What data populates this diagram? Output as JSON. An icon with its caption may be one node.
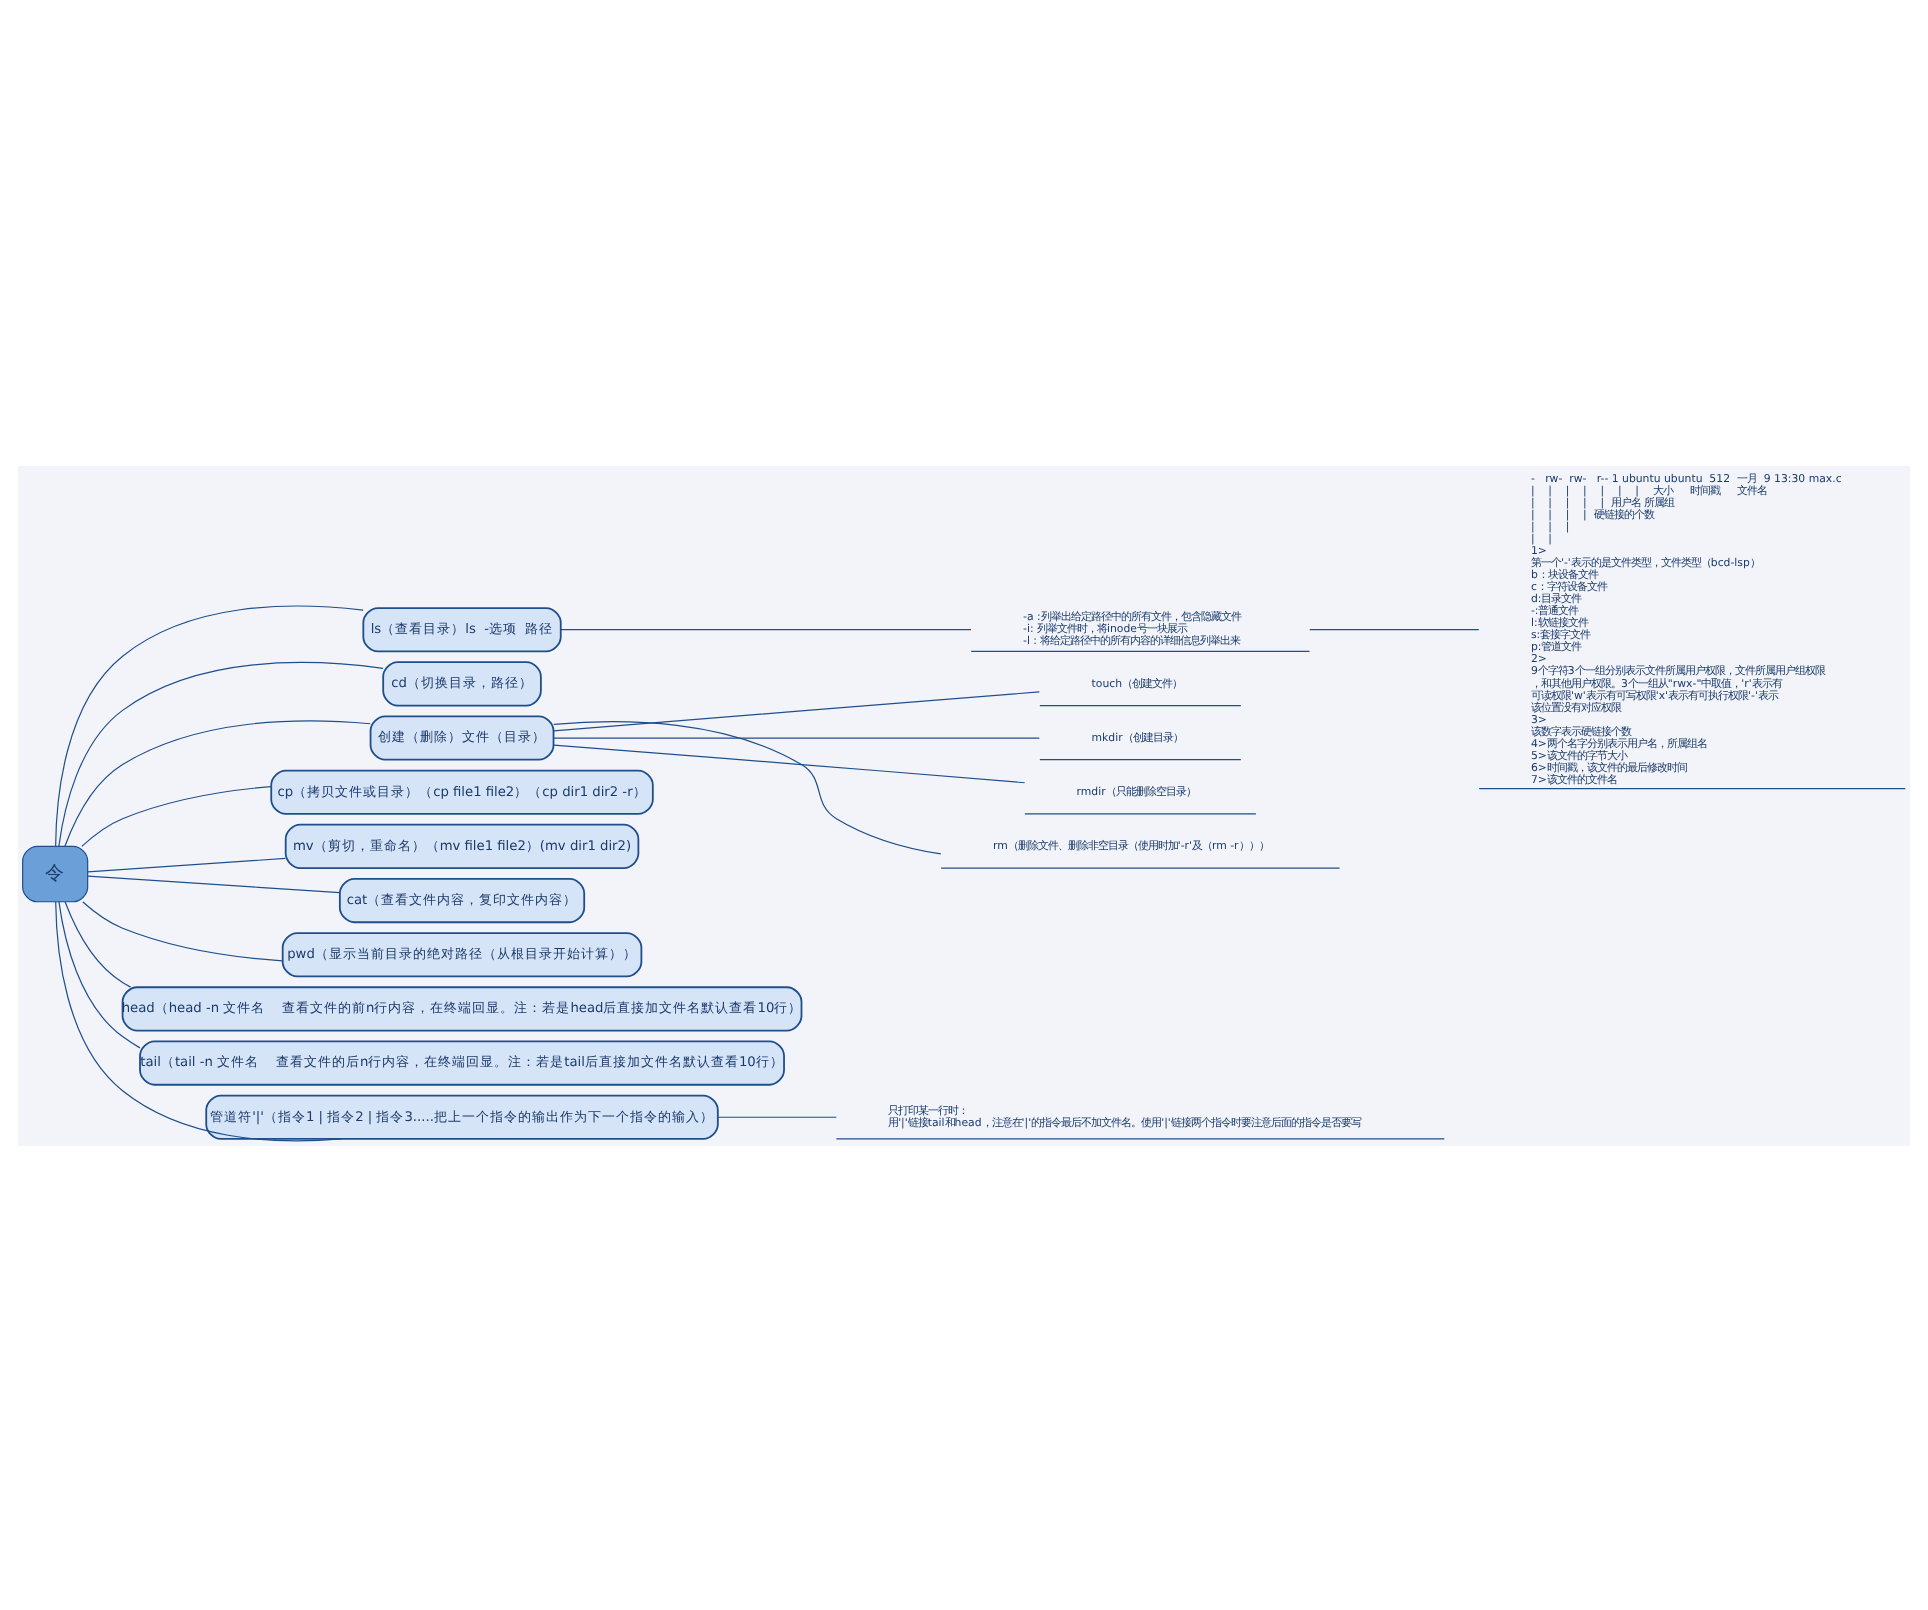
{
  "diagram": {
    "nodes": [
      {
        "text": [
          "令"
        ]
      },
      {
        "text": [
          "ls（查看目录）ls  -选项  路径"
        ]
      },
      {
        "text": [
          "-a :列举出给定路径中的所有文件，包含隐藏文件",
          "-i: 列举文件时，将inode号一块展示",
          "-l : 将给定路径中的所有内容的详细信息列举出来"
        ]
      },
      {
        "text": [
          "-   rw-  rw-   r-- 1 ubuntu ubuntu  512  一月  9 13:30 max.c",
          "|    |    |    |    |    |    |    大小     时间戳     文件名",
          "|    |    |    |    |  用户名 所属组",
          "|    |    |    |  硬链接的个数",
          "|    |    |",
          "|    |",
          "1>",
          "第一个'-'表示的是文件类型，文件类型（bcd-lsp）",
          "b：块设备文件",
          "c：字符设备文件",
          "d:目录文件",
          "-:普通文件",
          "l:软链接文件",
          "s:套接字文件",
          "p:管道文件",
          "2>",
          "9个字符3个一组分别表示文件所属用户权限，文件所属用户组权限，和其他用户权限。3个一组从\"rwx-\"中取值，'r'表示有可读权限'w'表示有可写权限'x'表示有可执行权限'-'表示该位置没有对应权限",
          "3>",
          "该数字表示硬链接个数",
          "4>两个名字分别表示用户名，所属组名",
          "5>该文件的字节大小",
          "6>时间戳，该文件的最后修改时间",
          "7>该文件的文件名"
        ]
      },
      {
        "text": [
          "cd（切换目录，路径）"
        ]
      },
      {
        "text": [
          "创建（删除）文件（目录）"
        ]
      },
      {
        "text": [
          "touch（创建文件）"
        ]
      },
      {
        "text": [
          "mkdir（创建目录）"
        ]
      },
      {
        "text": [
          "rmdir（只能删除空目录）"
        ]
      },
      {
        "text": [
          "rm（删除文件、删除非空目录（使用时加'-r'及（rm -r）））"
        ]
      },
      {
        "text": [
          "cp（拷贝文件或目录）（cp file1 file2）（cp dir1 dir2 -r）"
        ]
      },
      {
        "text": [
          "mv（剪切，重命名）（mv file1 file2）(mv dir1 dir2)"
        ]
      },
      {
        "text": [
          "cat（查看文件内容，复印文件内容）"
        ]
      },
      {
        "text": [
          "pwd（显示当前目录的绝对路径（从根目录开始计算））"
        ]
      },
      {
        "text": [
          "head（head -n 文件名    查看文件的前n行内容，在终端回显。注：若是head后直接加文件名默认查看10行）"
        ]
      },
      {
        "text": [
          "tail（tail -n 文件名    查看文件的后n行内容，在终端回显。注：若是tail后直接加文件名默认查看10行）"
        ]
      },
      {
        "text": [
          "管道符'|'（指令1 | 指令2 | 指令3.....把上一个指令的输出作为下一个指令的输入）"
        ]
      },
      {
        "text": [
          "只打印某一行时：",
          "用'|'链接tail和head，注意在'|'的指令最后不加文件名。使用'|'链接两个指令时要注意后面的指令是否要写"
        ]
      }
    ],
    "edges": [
      {
        "from": 0,
        "to": 1,
        "arrow": "none"
      },
      {
        "from": 1,
        "to": 2,
        "arrow": "none"
      },
      {
        "from": 2,
        "to": 3,
        "arrow": "none"
      },
      {
        "from": 0,
        "to": 4,
        "arrow": "none"
      },
      {
        "from": 0,
        "to": 5,
        "arrow": "none"
      },
      {
        "from": 5,
        "to": 6,
        "arrow": "none"
      },
      {
        "from": 5,
        "to": 7,
        "arrow": "none"
      },
      {
        "from": 5,
        "to": 8,
        "arrow": "none"
      },
      {
        "from": 5,
        "to": 9,
        "arrow": "none"
      },
      {
        "from": 0,
        "to": 10,
        "arrow": "none"
      },
      {
        "from": 0,
        "to": 11,
        "arrow": "none"
      },
      {
        "from": 0,
        "to": 12,
        "arrow": "none"
      },
      {
        "from": 0,
        "to": 13,
        "arrow": "none"
      },
      {
        "from": 0,
        "to": 14,
        "arrow": "none"
      },
      {
        "from": 0,
        "to": 15,
        "arrow": "none"
      },
      {
        "from": 0,
        "to": 16,
        "arrow": "none"
      },
      {
        "from": 16,
        "to": 17,
        "arrow": "none"
      }
    ]
  }
}
